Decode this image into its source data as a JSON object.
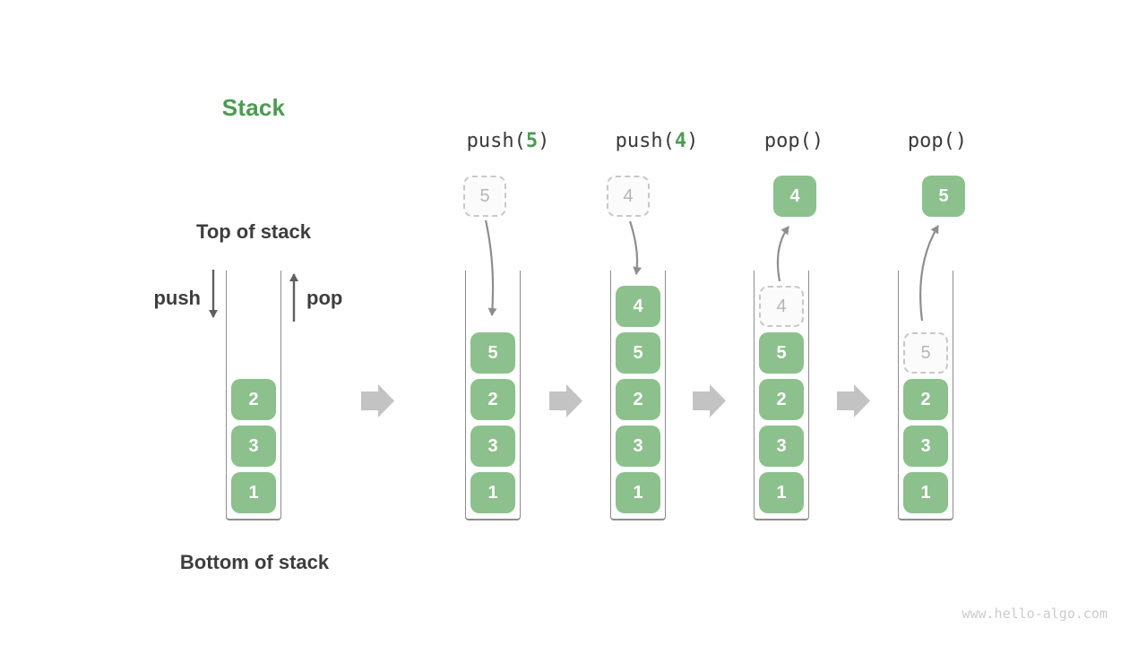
{
  "title": "Stack",
  "labels": {
    "top": "Top of stack",
    "bottom": "Bottom of stack",
    "push": "push",
    "pop": "pop"
  },
  "initial_stack": {
    "cells": [
      "2",
      "3",
      "1"
    ]
  },
  "operations": [
    {
      "name": "push-5",
      "label": {
        "pre": "push(",
        "arg": "5",
        "post": ")"
      },
      "floating": {
        "value": "5",
        "style": "ghost"
      },
      "stack": [
        "5",
        "2",
        "3",
        "1"
      ]
    },
    {
      "name": "push-4",
      "label": {
        "pre": "push(",
        "arg": "4",
        "post": ")"
      },
      "floating": {
        "value": "4",
        "style": "ghost"
      },
      "stack": [
        "4",
        "5",
        "2",
        "3",
        "1"
      ]
    },
    {
      "name": "pop-first",
      "label": {
        "pre": "pop(",
        "arg": "",
        "post": ")"
      },
      "floating": {
        "value": "4",
        "style": "solid"
      },
      "ghost_value": "4",
      "stack": [
        "5",
        "2",
        "3",
        "1"
      ]
    },
    {
      "name": "pop-second",
      "label": {
        "pre": "pop(",
        "arg": "",
        "post": ")"
      },
      "floating": {
        "value": "5",
        "style": "solid"
      },
      "ghost_value": "5",
      "stack": [
        "2",
        "3",
        "1"
      ]
    }
  ],
  "watermark": "www.hello-algo.com",
  "colors": {
    "cell_green": "#8cc08c",
    "accent_green": "#4b9b52",
    "text_dark": "#3d3d3d",
    "arrow_dark": "#5f5f5f",
    "arrow_gray": "#8e8e8e",
    "transition_arrow_gray": "#c3c3c3",
    "ghost_border": "#c8c8c8",
    "ghost_text": "#b5b5b5"
  }
}
